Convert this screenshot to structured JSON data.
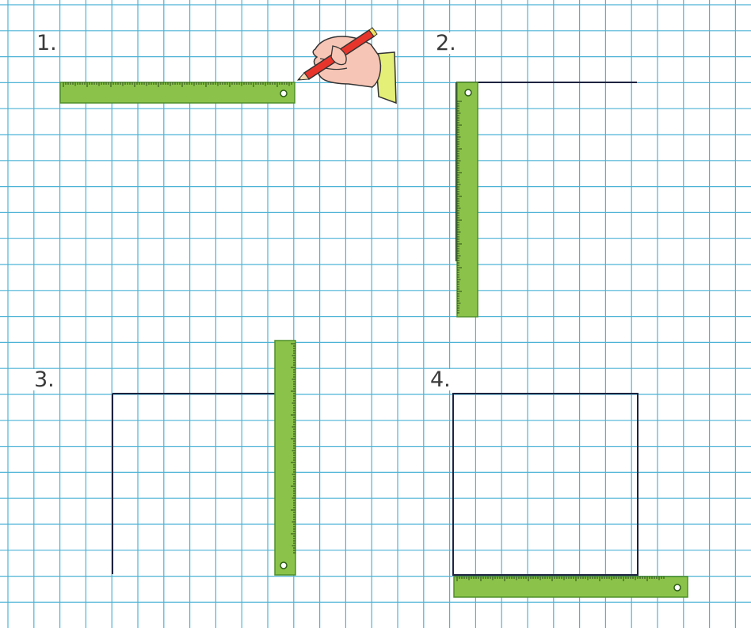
{
  "steps": [
    {
      "label": "1."
    },
    {
      "label": "2."
    },
    {
      "label": "3."
    },
    {
      "label": "4."
    }
  ],
  "colors": {
    "grid": "#4db3d6",
    "line": "#1d2340",
    "ruler": "#8bc34a",
    "ruler_edge": "#4e8f2b",
    "pencil": "#e8352c",
    "skin": "#f7c5b5",
    "sleeve": "#e4ef78"
  },
  "icons": {
    "hand": "hand-holding-pencil-icon",
    "ruler": "ruler-icon"
  }
}
